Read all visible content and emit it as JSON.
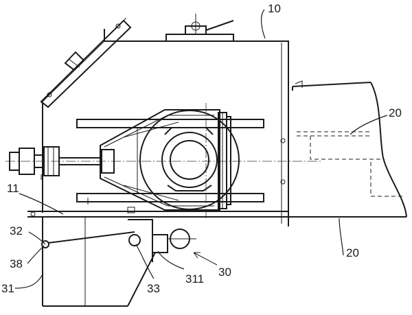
{
  "figure": {
    "labels": {
      "l10": "10",
      "l20a": "20",
      "l20b": "20",
      "l11": "11",
      "l32": "32",
      "l38": "38",
      "l31": "31",
      "l33": "33",
      "l311": "311",
      "l30": "30"
    }
  }
}
